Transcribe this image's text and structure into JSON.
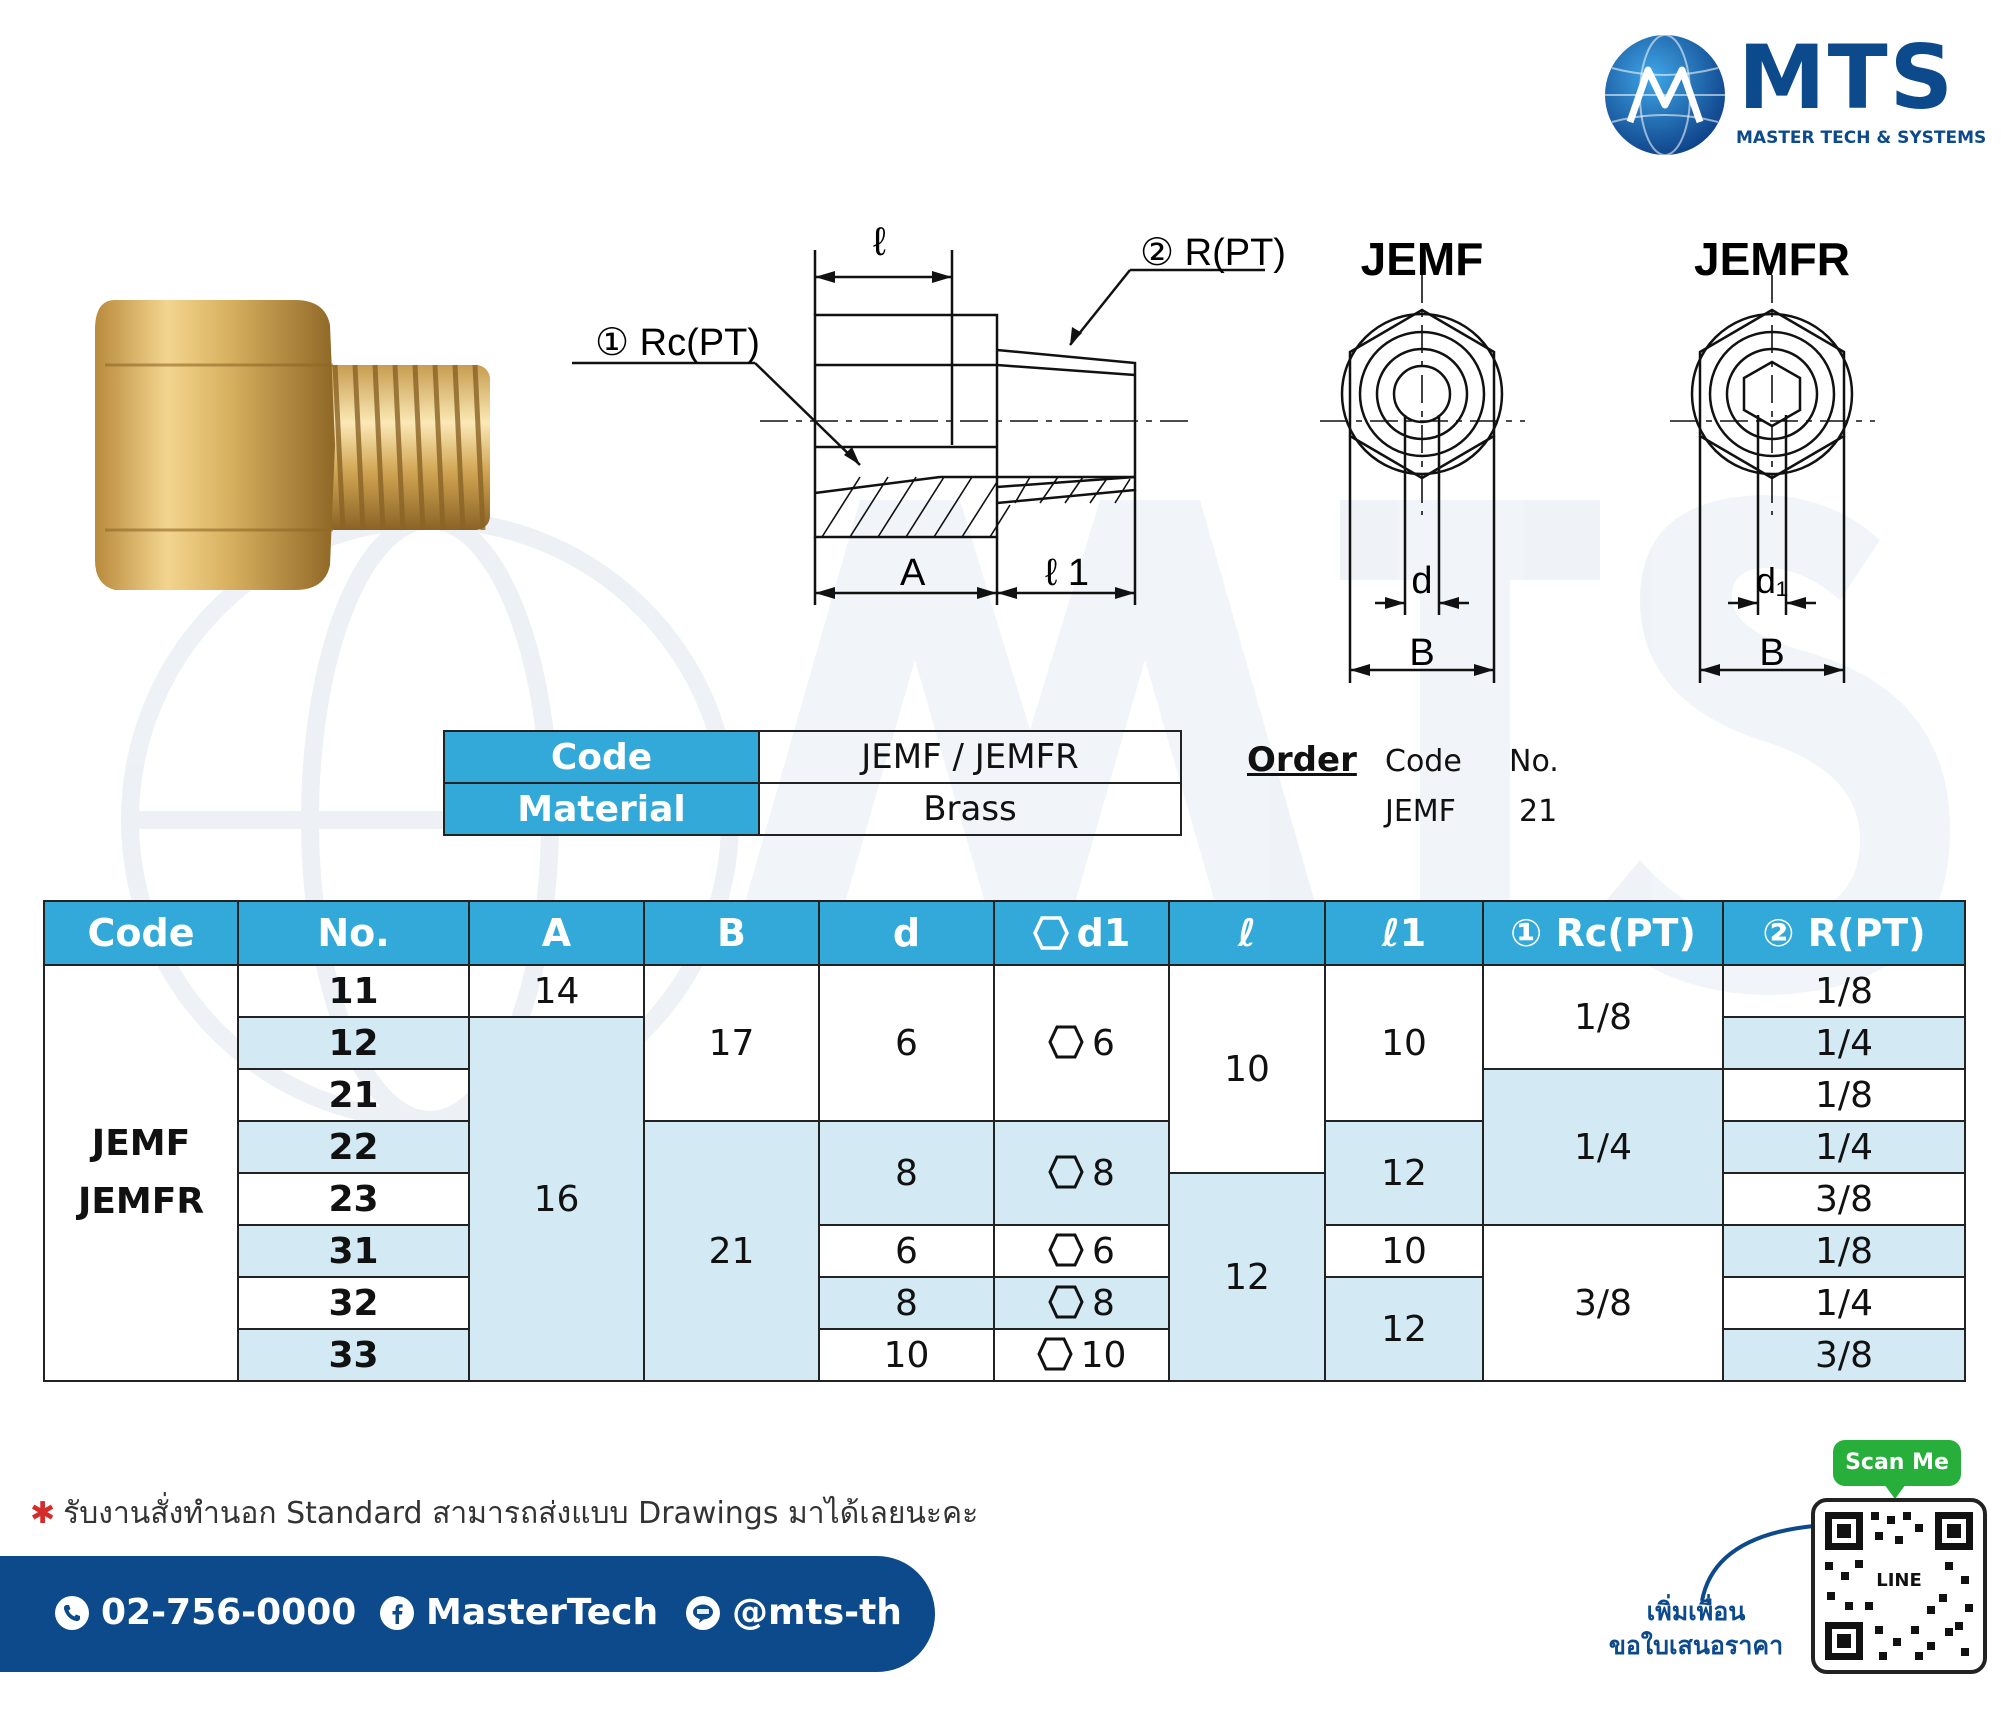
{
  "brand": {
    "name": "MTS",
    "tagline": "MASTER TECH & SYSTEMS"
  },
  "drawing": {
    "label_l": "ℓ",
    "label_port2": "② R(PT)",
    "label_port1": "① Rc(PT)",
    "label_A": "A",
    "label_l1": "ℓ 1",
    "title_jemf": "JEMF",
    "title_jemfr": "JEMFR",
    "label_d": "d",
    "label_d1": "d₁",
    "label_B": "B",
    "label_B2": "B"
  },
  "info": {
    "code_label": "Code",
    "code_value": "JEMF / JEMFR",
    "material_label": "Material",
    "material_value": "Brass"
  },
  "order": {
    "title": "Order",
    "code_header": "Code",
    "no_header": "No.",
    "code_value": "JEMF",
    "no_value": "21"
  },
  "table": {
    "headers": {
      "code": "Code",
      "no": "No.",
      "a": "A",
      "b": "B",
      "d": "d",
      "d1": "d1",
      "l": "ℓ",
      "l1": "ℓ1",
      "rc": "① Rc(PT)",
      "r": "② R(PT)"
    },
    "code_line1": "JEMF",
    "code_line2": "JEMFR",
    "nos": [
      "11",
      "12",
      "21",
      "22",
      "23",
      "31",
      "32",
      "33"
    ],
    "a": [
      "14",
      "16"
    ],
    "b": [
      "17",
      "21"
    ],
    "d": [
      "6",
      "8",
      "6",
      "8",
      "10"
    ],
    "d1": [
      "6",
      "8",
      "6",
      "8",
      "10"
    ],
    "l": [
      "10",
      "12"
    ],
    "l1": [
      "10",
      "12",
      "10",
      "12"
    ],
    "rc": [
      "1/8",
      "1/4",
      "3/8"
    ],
    "r": [
      "1/8",
      "1/4",
      "1/8",
      "1/4",
      "3/8",
      "1/8",
      "1/4",
      "3/8"
    ]
  },
  "footer": {
    "note": "รับงานสั่งทำนอก Standard สามารถส่งแบบ Drawings มาได้เลยนะคะ",
    "phone": "02-756-0000",
    "facebook": "MasterTech",
    "line": "@mts-th",
    "scan": "Scan Me",
    "qr_label": "LINE",
    "add_line1": "เพิ่มเพื่อน",
    "add_line2": "ขอใบเสนอราคา"
  },
  "colors": {
    "header_blue": "#32a9d9",
    "light_blue": "#d3eaf5",
    "brand_navy": "#0d4a8c",
    "green": "#27ae3b"
  }
}
